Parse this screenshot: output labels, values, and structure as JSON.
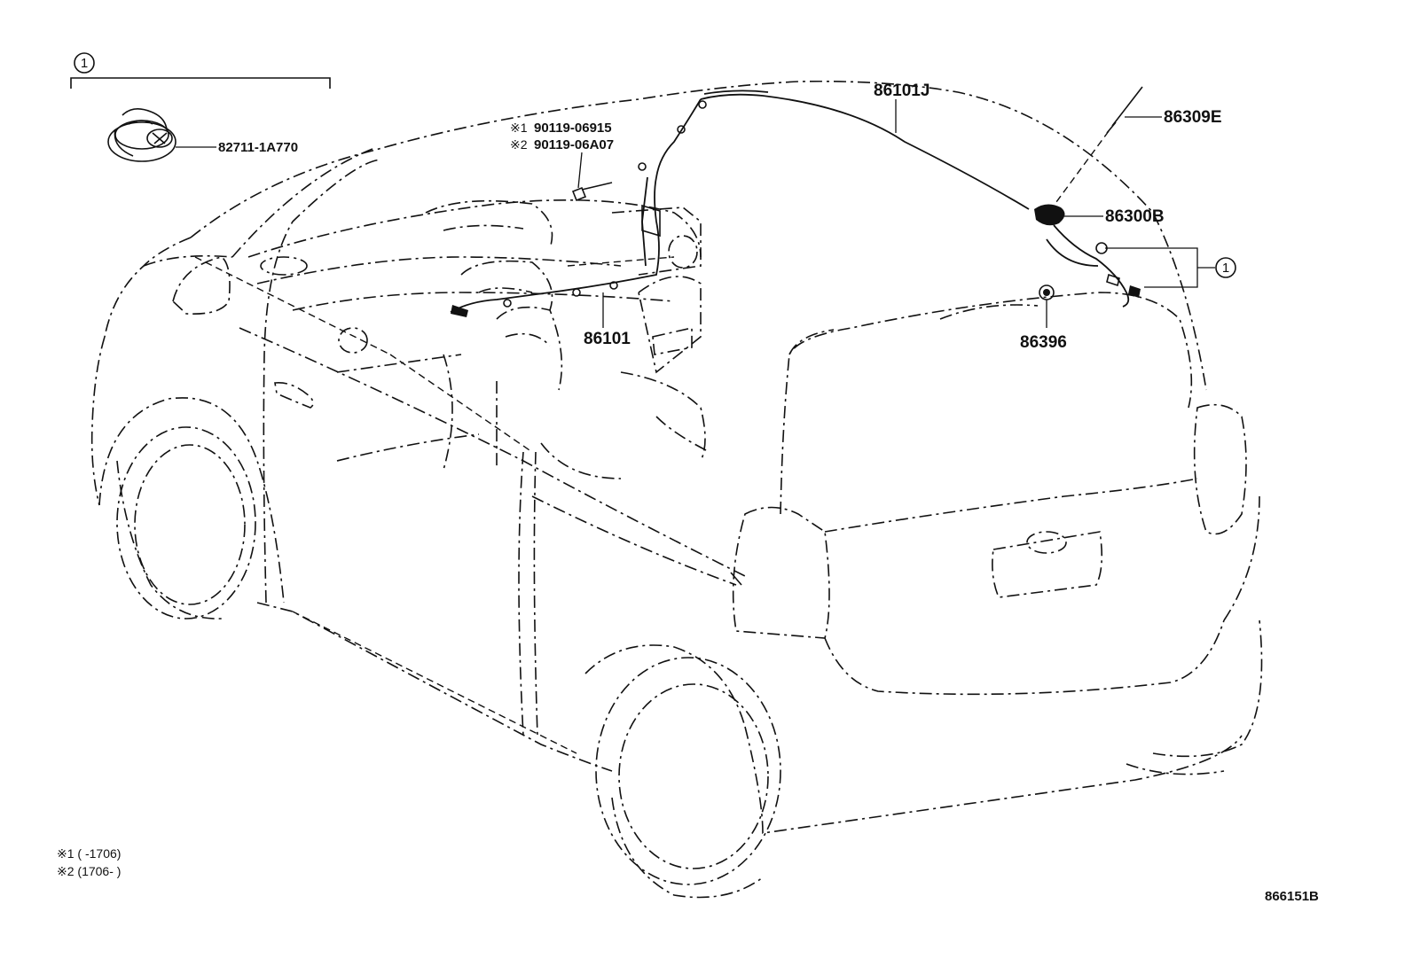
{
  "callout_group": {
    "number": "1"
  },
  "parts": {
    "p82711": "82711-1A770",
    "p90119a": "90119-06915",
    "p90119b": "90119-06A07",
    "p86101J": "86101J",
    "p86309E": "86309E",
    "p86300B": "86300B",
    "p86101": "86101",
    "p86396": "86396"
  },
  "note_markers": {
    "m1": "※1",
    "m2": "※2"
  },
  "footnotes": {
    "f1": "※1 (       -1706)",
    "f2": "※2 (1706-       )"
  },
  "diagram_code": "866151B"
}
